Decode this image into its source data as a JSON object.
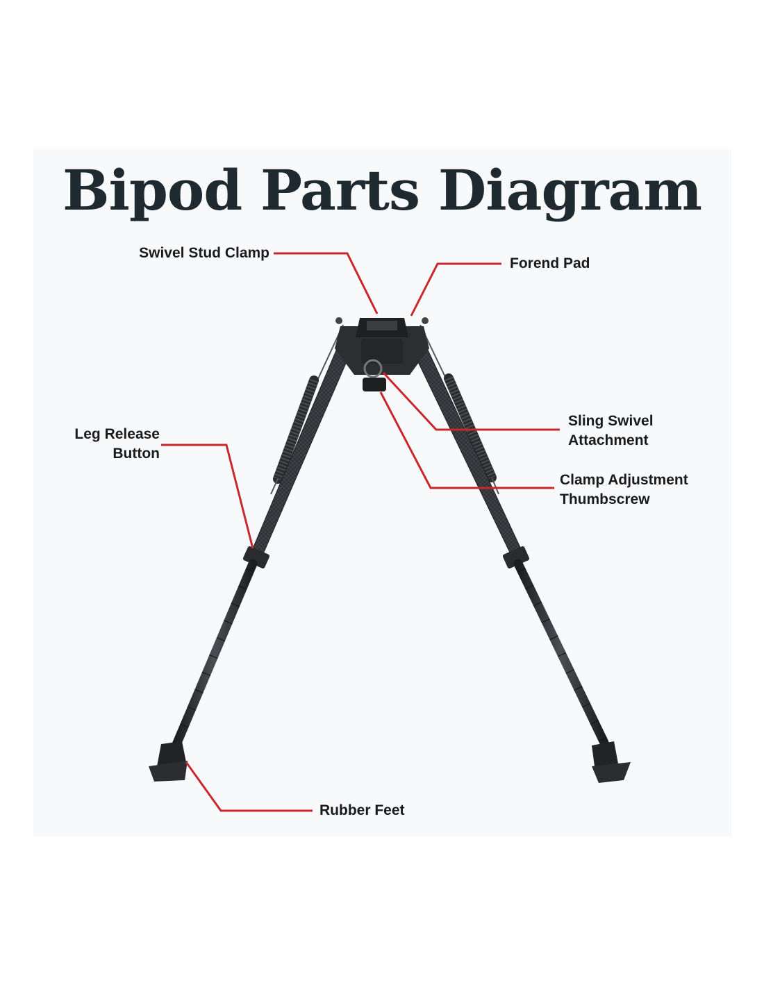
{
  "title": "Bipod Parts Diagram",
  "labels": {
    "swivel_stud_clamp": "Swivel Stud Clamp",
    "forend_pad": "Forend Pad",
    "sling_swivel_line1": "Sling Swivel",
    "sling_swivel_line2": "Attachment",
    "leg_release_line1": "Leg Release",
    "leg_release_line2": "Button",
    "clamp_adjust_line1": "Clamp Adjustment",
    "clamp_adjust_line2": "Thumbscrew",
    "rubber_feet": "Rubber Feet"
  },
  "colors": {
    "leader": "#c8282c",
    "title": "#1f2a30",
    "bipod": "#2b2d30",
    "panel": "#f8f9fb"
  }
}
